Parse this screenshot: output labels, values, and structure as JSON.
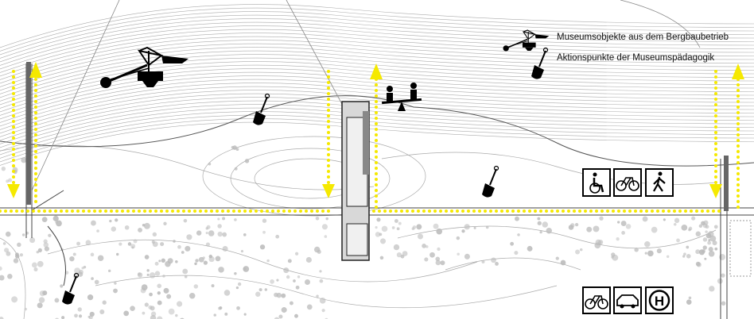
{
  "legend": {
    "items": [
      {
        "icon": "excavator-icon",
        "label": "Museumsobjekte aus dem Bergbaubetrieb"
      },
      {
        "icon": "shovel-icon",
        "label": "Aktionspunkte der Museumspädagogik"
      }
    ]
  },
  "signs": {
    "upper": [
      "wheelchair-icon",
      "bicycle-icon",
      "pedestrian-icon"
    ],
    "lower": [
      "bicycle-icon",
      "car-icon",
      "bus-stop-icon"
    ],
    "bus_stop_letter": "H"
  },
  "colors": {
    "path_yellow": "#f5e900",
    "contour": "#999999",
    "road": "#444444",
    "building": "#d8d8d8"
  }
}
